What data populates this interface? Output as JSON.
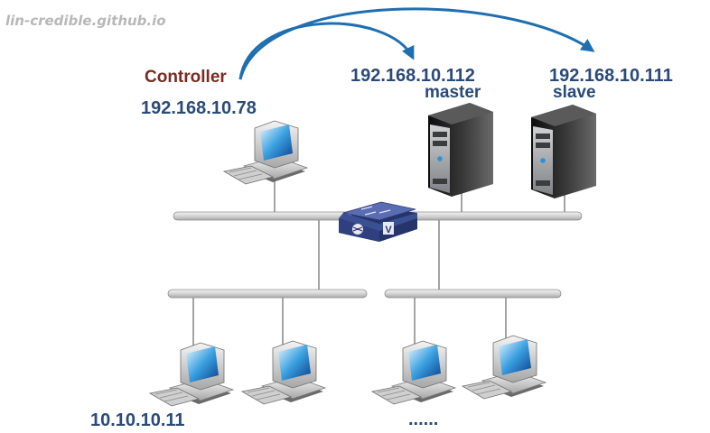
{
  "watermark": "lin-credible.github.io",
  "controller": {
    "title": "Controller",
    "ip": "192.168.10.78"
  },
  "master": {
    "ip": "192.168.10.112",
    "role": "master"
  },
  "slave": {
    "ip": "192.168.10.111",
    "role": "slave"
  },
  "hosts": {
    "first_ip": "10.10.10.11",
    "more": "......"
  },
  "switch_badge": "V",
  "colors": {
    "arrow": "#1f6fb0",
    "ip_text": "#2b4a7a",
    "controller_text": "#7a2a22",
    "switch": "#3b4f93"
  },
  "icons": [
    "workstation-icon",
    "server-icon",
    "switch-icon"
  ]
}
